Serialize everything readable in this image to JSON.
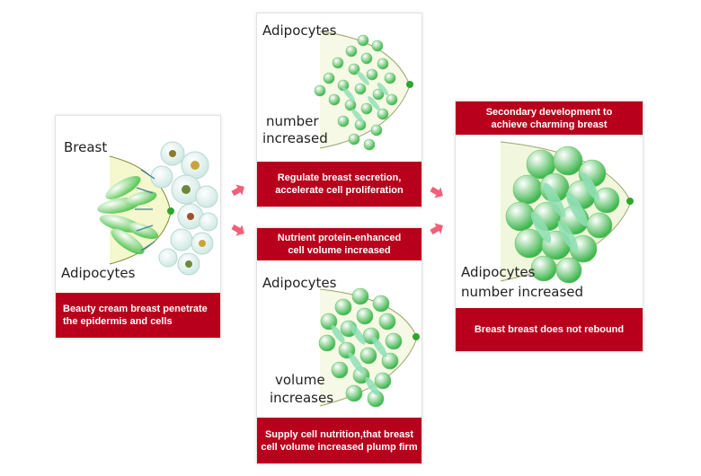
{
  "panel1": {
    "label_top": "Breast",
    "label_bottom": "Adipocytes",
    "caption_line1": "Beauty cream breast penetrate",
    "caption_line2": "the epidermis and cells"
  },
  "panel2": {
    "label_top": "Adipocytes",
    "label_mid_line1": "number",
    "label_mid_line2": "increased",
    "caption_line1": "Regulate breast secretion,",
    "caption_line2": "accelerate cell proliferation"
  },
  "panel3": {
    "header_line1": "Nutrient protein-enhanced",
    "header_line2": "cell volume increased",
    "label_top": "Adipocytes",
    "label_mid_line1": "volume",
    "label_mid_line2": "increases",
    "caption_line1": "Supply cell nutrition,that breast",
    "caption_line2": "cell volume increased plump firm"
  },
  "panel4": {
    "header_line1": "Secondary development to",
    "header_line2": "achieve charming breast",
    "label_line1": "Adipocytes",
    "label_line2": "number increased",
    "caption": "Breast breast does not rebound"
  },
  "colors": {
    "caption_red": "#b8001c",
    "arrow_pink": "#f0607a",
    "cell_green": "#4cc24c"
  },
  "icons": [
    "arrow-right-icon"
  ]
}
